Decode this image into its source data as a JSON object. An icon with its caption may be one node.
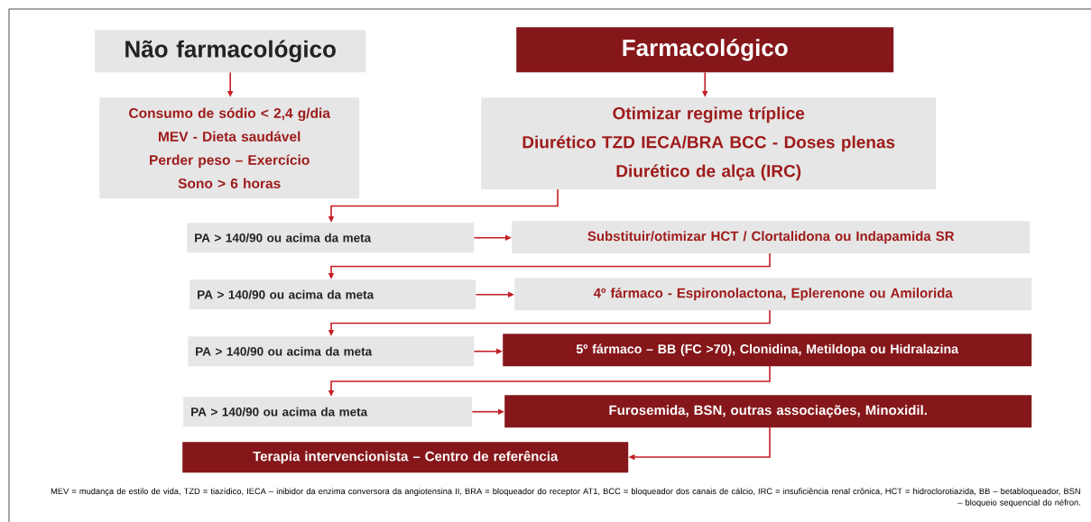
{
  "diagram": {
    "caption": "MEV = mudança de estilo de vida, TZD = tiazídico, IECA – inibidor da enzima conversora da angiotensina II, BRA = bloqueador do receptor AT1, BCC = bloqueador dos canais de cálcio, IRC = insuficiência renal crônica, HCT = hidroclorotiazida, BB – betabloqueador, BSN – bloqueio sequencial do néfron.",
    "nodes": [
      {
        "text": [
          "Não farmacológico"
        ]
      },
      {
        "text": [
          "Consumo de sódio < 2,4 g/dia",
          "MEV  - Dieta saudável",
          "Perder peso – Exercício",
          "Sono > 6 horas"
        ]
      },
      {
        "text": [
          "Farmacológico"
        ]
      },
      {
        "text": [
          "Otimizar regime tríplice",
          "Diurético TZD IECA/BRA BCC - Doses plenas",
          "Diurético de alça (IRC)"
        ]
      },
      {
        "text": [
          "PA > 140/90 ou acima da meta"
        ]
      },
      {
        "text": [
          "Substituir/otimizar HCT / Clortalidona ou Indapamida SR"
        ]
      },
      {
        "text": [
          "PA > 140/90 ou acima da meta"
        ]
      },
      {
        "text": [
          "4º fármaco - Espironolactona, Eplerenone ou Amilorida"
        ]
      },
      {
        "text": [
          "PA > 140/90 ou acima da meta"
        ]
      },
      {
        "text": [
          "5º fármaco – BB (FC >70), Clonidina, Metildopa ou Hidralazina"
        ]
      },
      {
        "text": [
          "PA > 140/90 ou acima da meta"
        ]
      },
      {
        "text": [
          "Furosemida, BSN, outras associações, Minoxidil."
        ]
      },
      {
        "text": [
          "Terapia intervencionista – Centro de referência"
        ]
      }
    ],
    "edges": [
      {
        "from": 0,
        "to": 1,
        "arrow": "to"
      },
      {
        "from": 2,
        "to": 3,
        "arrow": "to"
      },
      {
        "from": 3,
        "to": 4,
        "arrow": "to"
      },
      {
        "from": 4,
        "to": 5,
        "arrow": "to"
      },
      {
        "from": 5,
        "to": 6,
        "arrow": "to"
      },
      {
        "from": 6,
        "to": 7,
        "arrow": "to"
      },
      {
        "from": 7,
        "to": 8,
        "arrow": "to"
      },
      {
        "from": 8,
        "to": 9,
        "arrow": "to"
      },
      {
        "from": 9,
        "to": 10,
        "arrow": "to"
      },
      {
        "from": 10,
        "to": 11,
        "arrow": "to"
      },
      {
        "from": 11,
        "to": 12,
        "arrow": "to"
      }
    ]
  }
}
